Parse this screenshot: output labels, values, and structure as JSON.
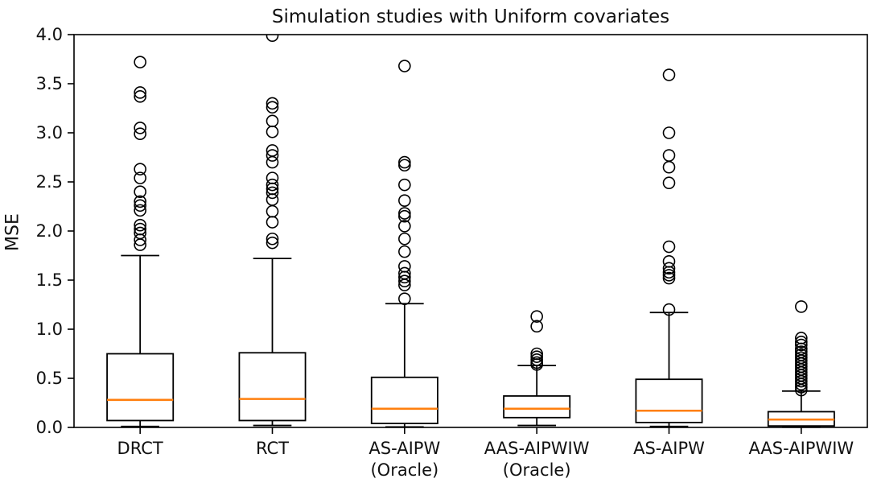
{
  "chart_data": {
    "type": "boxplot",
    "title": "Simulation studies with Uniform covariates",
    "ylabel": "MSE",
    "xlabel": "",
    "ylim": [
      0.0,
      4.0
    ],
    "yticks": [
      "0.0",
      "0.5",
      "1.0",
      "1.5",
      "2.0",
      "2.5",
      "3.0",
      "3.5",
      "4.0"
    ],
    "grid": false,
    "legend": null,
    "colors": {
      "box_stroke": "#000000",
      "median_line": "#ff7f0e",
      "outlier_stroke": "#000000",
      "spine": "#000000",
      "text": "#111111"
    },
    "categories": [
      "DRCT",
      "RCT",
      "AS-AIPW (Oracle)",
      "AAS-AIPWIW (Oracle)",
      "AS-AIPW",
      "AAS-AIPWIW"
    ],
    "category_label_lines": [
      [
        "DRCT"
      ],
      [
        "RCT"
      ],
      [
        "AS-AIPW",
        "(Oracle)"
      ],
      [
        "AAS-AIPWIW",
        "(Oracle)"
      ],
      [
        "AS-AIPW"
      ],
      [
        "AAS-AIPWIW"
      ]
    ],
    "boxes": [
      {
        "label": "DRCT",
        "whisker_low": 0.01,
        "q1": 0.07,
        "median": 0.28,
        "q3": 0.75,
        "whisker_high": 1.75,
        "outliers": [
          3.72,
          3.41,
          3.37,
          3.05,
          2.99,
          2.63,
          2.54,
          2.4,
          2.3,
          2.26,
          2.21,
          2.06,
          2.02,
          1.98,
          1.91,
          1.86
        ]
      },
      {
        "label": "RCT",
        "whisker_low": 0.02,
        "q1": 0.07,
        "median": 0.29,
        "q3": 0.76,
        "whisker_high": 1.72,
        "outliers": [
          3.99,
          3.3,
          3.26,
          3.12,
          3.01,
          2.82,
          2.77,
          2.7,
          2.54,
          2.47,
          2.43,
          2.39,
          2.32,
          2.2,
          2.09,
          1.92,
          1.88
        ]
      },
      {
        "label": "AS-AIPW (Oracle)",
        "whisker_low": 0.005,
        "q1": 0.04,
        "median": 0.19,
        "q3": 0.51,
        "whisker_high": 1.26,
        "outliers": [
          3.68,
          2.7,
          2.67,
          2.47,
          2.31,
          2.18,
          2.15,
          2.05,
          1.92,
          1.79,
          1.64,
          1.57,
          1.53,
          1.49,
          1.45,
          1.31
        ]
      },
      {
        "label": "AAS-AIPWIW (Oracle)",
        "whisker_low": 0.02,
        "q1": 0.1,
        "median": 0.19,
        "q3": 0.32,
        "whisker_high": 0.63,
        "outliers": [
          1.13,
          1.03,
          0.75,
          0.72,
          0.69,
          0.66,
          0.64
        ]
      },
      {
        "label": "AS-AIPW",
        "whisker_low": 0.01,
        "q1": 0.05,
        "median": 0.17,
        "q3": 0.49,
        "whisker_high": 1.17,
        "outliers": [
          3.59,
          3.0,
          2.77,
          2.65,
          2.49,
          1.84,
          1.69,
          1.62,
          1.58,
          1.55,
          1.52,
          1.2
        ]
      },
      {
        "label": "AAS-AIPWIW",
        "whisker_low": 0.005,
        "q1": 0.015,
        "median": 0.08,
        "q3": 0.16,
        "whisker_high": 0.37,
        "outliers": [
          1.23,
          0.91,
          0.87,
          0.84,
          0.8,
          0.77,
          0.74,
          0.71,
          0.68,
          0.65,
          0.62,
          0.59,
          0.56,
          0.53,
          0.5,
          0.47,
          0.44,
          0.41,
          0.38
        ]
      }
    ]
  }
}
